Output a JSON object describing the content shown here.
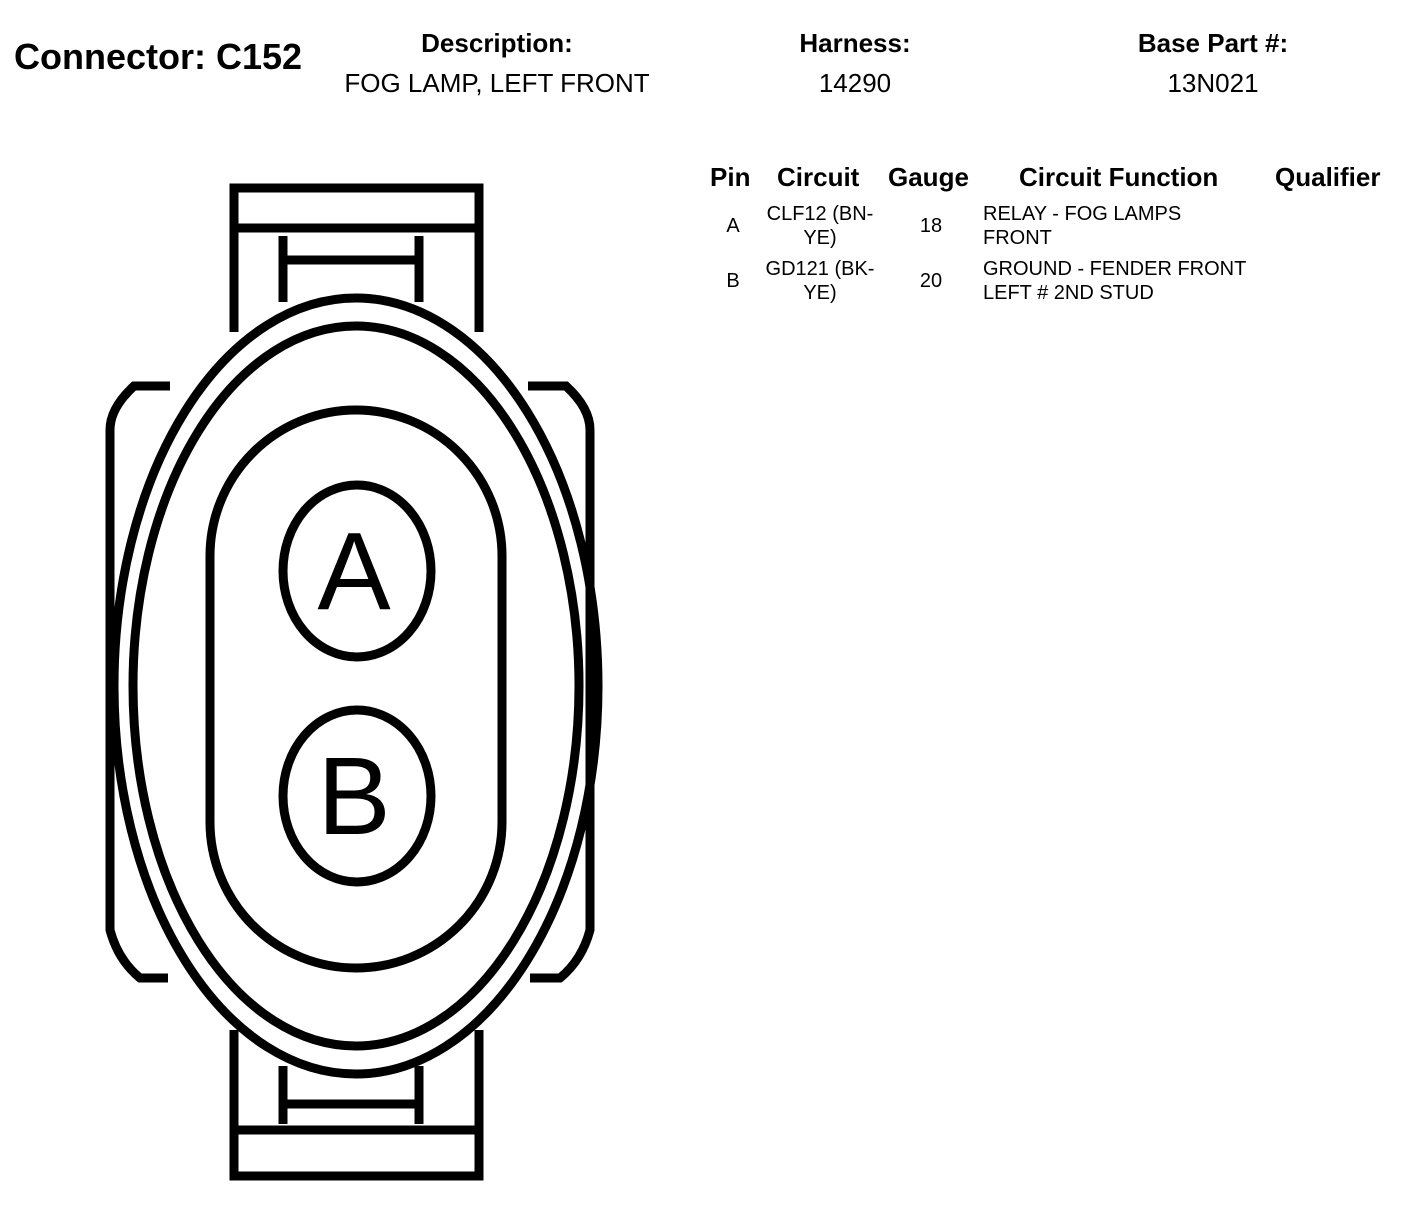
{
  "connector": {
    "title": "Connector: C152"
  },
  "header": {
    "description": {
      "label": "Description:",
      "value": "FOG LAMP, LEFT FRONT"
    },
    "harness": {
      "label": "Harness:",
      "value": "14290"
    },
    "base_part": {
      "label": "Base Part #:",
      "value": "13N021"
    }
  },
  "table": {
    "columns": {
      "pin": "Pin",
      "circuit": "Circuit",
      "gauge": "Gauge",
      "function": "Circuit Function",
      "qualifier": "Qualifier"
    },
    "rows": [
      {
        "pin": "A",
        "circuit_l1": "CLF12 (BN-",
        "circuit_l2": "YE)",
        "gauge": "18",
        "function_l1": "RELAY - FOG LAMPS",
        "function_l2": "FRONT",
        "qualifier": ""
      },
      {
        "pin": "B",
        "circuit_l1": "GD121 (BK-",
        "circuit_l2": "YE)",
        "gauge": "20",
        "function_l1": "GROUND - FENDER FRONT",
        "function_l2": "LEFT # 2ND STUD",
        "qualifier": ""
      }
    ]
  },
  "diagram": {
    "pin_labels": [
      "A",
      "B"
    ]
  }
}
